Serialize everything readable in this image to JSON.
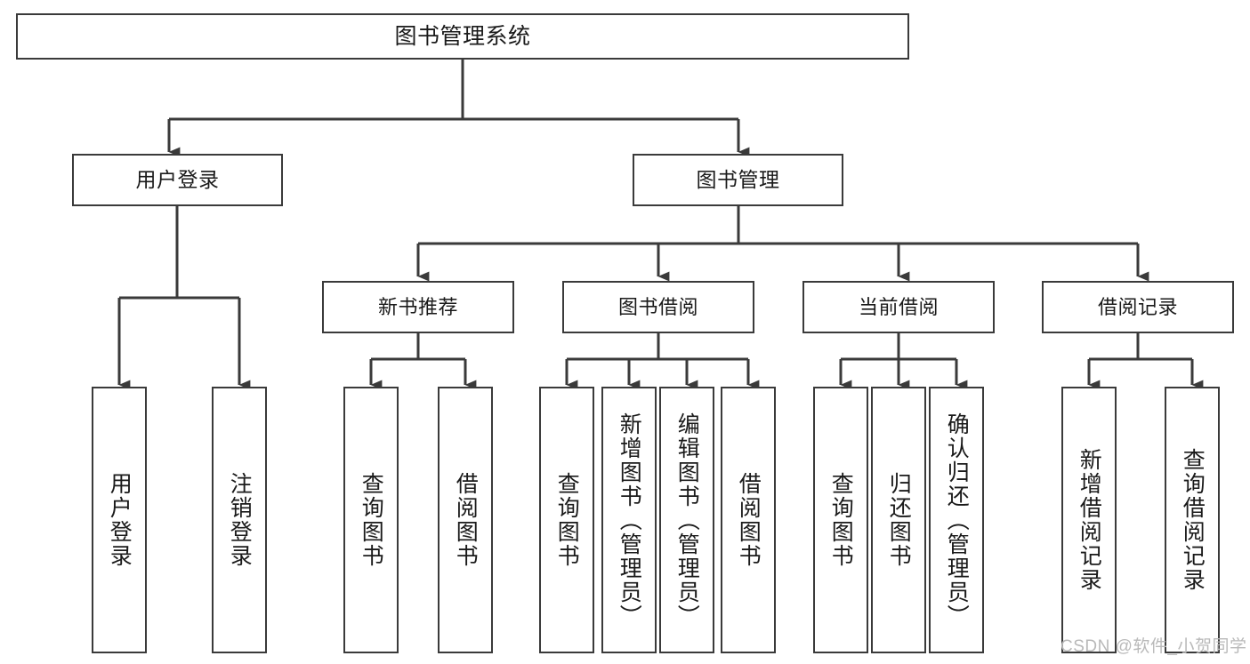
{
  "diagram": {
    "type": "tree-hierarchy-chart",
    "title": "图书管理系统",
    "orientation": "top-down",
    "colors": {
      "box_border": "#3a3a3a",
      "box_fill": "#ffffff",
      "edge": "#3a3a3a",
      "text": "#1a1a1a",
      "watermark": "#b9b9b9",
      "background": "#ffffff"
    },
    "root": {
      "label": "图书管理系统"
    },
    "level1": [
      {
        "label": "用户登录"
      },
      {
        "label": "图书管理"
      }
    ],
    "level2": [
      {
        "label": "新书推荐"
      },
      {
        "label": "图书借阅"
      },
      {
        "label": "当前借阅"
      },
      {
        "label": "借阅记录"
      }
    ],
    "leaves": {
      "user_login": [
        {
          "label": "用户登录"
        },
        {
          "label": "注销登录"
        }
      ],
      "new_book_recommend": [
        {
          "label": "查询图书"
        },
        {
          "label": "借阅图书"
        }
      ],
      "book_borrow": [
        {
          "label": "查询图书"
        },
        {
          "label": "新增图书（管理员）"
        },
        {
          "label": "编辑图书（管理员）"
        },
        {
          "label": "借阅图书"
        }
      ],
      "current_borrow": [
        {
          "label": "查询图书"
        },
        {
          "label": "归还图书"
        },
        {
          "label": "确认归还（管理员）"
        }
      ],
      "borrow_record": [
        {
          "label": "新增借阅记录"
        },
        {
          "label": "查询借阅记录"
        }
      ]
    }
  },
  "watermark": {
    "text": "CSDN @软件_小贺同学"
  }
}
